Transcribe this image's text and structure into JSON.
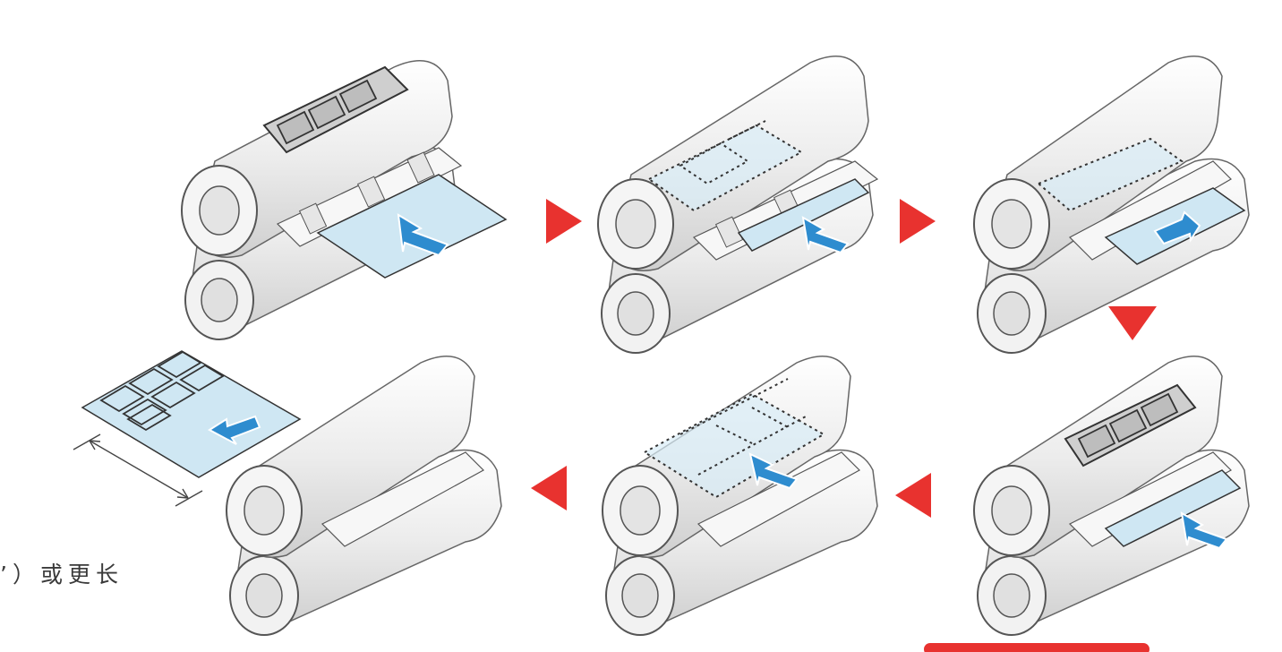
{
  "caption": "’）或更长",
  "colors": {
    "arrow_red": "#e8322f",
    "feed_blue": "#2e8ccf",
    "sheet_blue": "#cfe7f3",
    "outline": "#333333",
    "roller_fill": "#eeeeee"
  },
  "panels": [
    {
      "id": 1,
      "feed": "in",
      "sheet_state": "printed-sheet-on-drum"
    },
    {
      "id": 2,
      "feed": "in",
      "sheet_state": "dotted-sheet-wrapped"
    },
    {
      "id": 3,
      "feed": "out",
      "sheet_state": "dotted-sheet-wrapped"
    },
    {
      "id": 4,
      "feed": "in",
      "sheet_state": "printed-sheet-on-drum"
    },
    {
      "id": 5,
      "feed": "in",
      "sheet_state": "dotted-multi-sheet"
    },
    {
      "id": 6,
      "feed": "out",
      "sheet_state": "finished-sheet-with-dimension"
    }
  ],
  "flow_arrows": [
    {
      "id": "a1",
      "direction": "right"
    },
    {
      "id": "a2",
      "direction": "right"
    },
    {
      "id": "a3",
      "direction": "down"
    },
    {
      "id": "a4",
      "direction": "left"
    },
    {
      "id": "a5",
      "direction": "left"
    }
  ],
  "icons": [
    "roller-assembly-icon",
    "feed-arrow-icon",
    "flow-arrow-icon",
    "sheet-icon",
    "dimension-arrow-icon"
  ]
}
